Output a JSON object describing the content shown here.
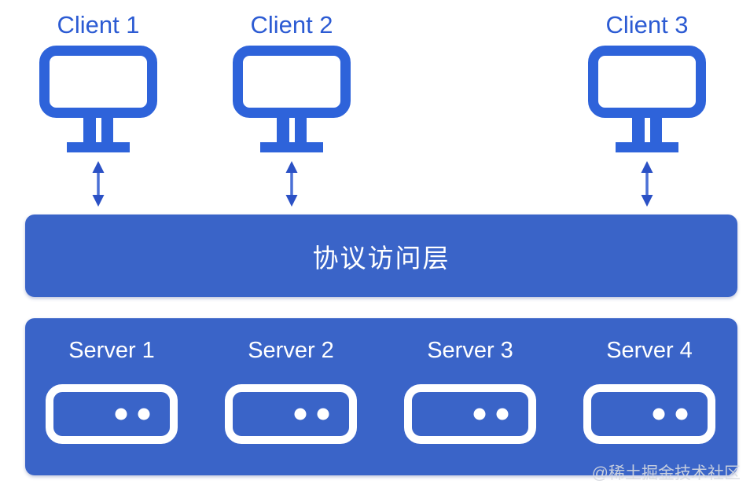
{
  "colors": {
    "panel-blue": "#3A64C8",
    "icon-blue": "#2E63DA",
    "client-text-blue": "#2C5BD3",
    "arrow-line-blue": "#4A70D6",
    "arrow-head-blue": "#2B51C5",
    "label-white": "#FFFFFF",
    "watermark-gray": "#D7DAE0"
  },
  "clients": [
    {
      "label": "Client 1"
    },
    {
      "label": "Client 2"
    },
    {
      "label": "Client 3"
    }
  ],
  "protocol_layer": {
    "label": "协议访问层"
  },
  "server_layer": {
    "servers": [
      {
        "label": "Server 1"
      },
      {
        "label": "Server 2"
      },
      {
        "label": "Server 3"
      },
      {
        "label": "Server 4"
      }
    ]
  },
  "watermark": {
    "text": "@稀土掘金技术社区"
  }
}
